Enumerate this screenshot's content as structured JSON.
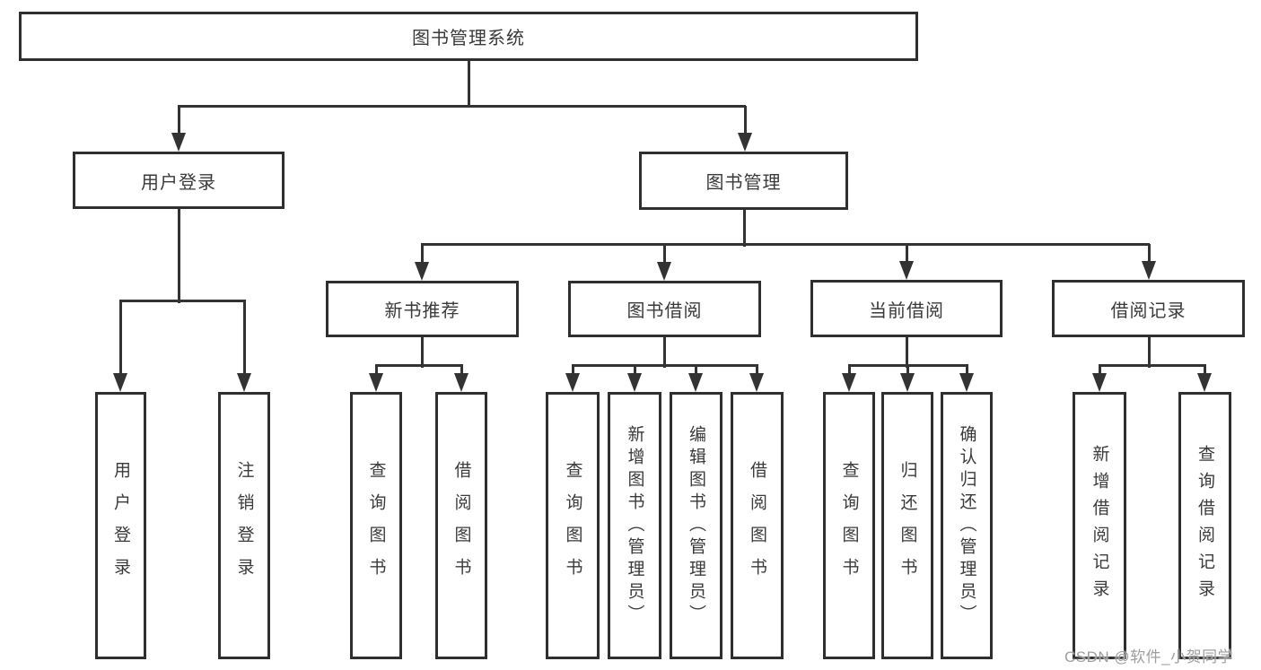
{
  "diagram": {
    "root": {
      "label": "图书管理系统",
      "children": [
        {
          "label": "用户登录",
          "children": [
            {
              "label": "用户登录"
            },
            {
              "label": "注销登录"
            }
          ]
        },
        {
          "label": "图书管理",
          "children": [
            {
              "label": "新书推荐",
              "children": [
                {
                  "label": "查询图书"
                },
                {
                  "label": "借阅图书"
                }
              ]
            },
            {
              "label": "图书借阅",
              "children": [
                {
                  "label": "查询图书"
                },
                {
                  "label": "新增图书（管理员）"
                },
                {
                  "label": "编辑图书（管理员）"
                },
                {
                  "label": "借阅图书"
                }
              ]
            },
            {
              "label": "当前借阅",
              "children": [
                {
                  "label": "查询图书"
                },
                {
                  "label": "归还图书"
                },
                {
                  "label": "确认归还（管理员）"
                }
              ]
            },
            {
              "label": "借阅记录",
              "children": [
                {
                  "label": "新增借阅记录"
                },
                {
                  "label": "查询借阅记录"
                }
              ]
            }
          ]
        }
      ]
    }
  },
  "watermark": {
    "text": "CSDN @软件_小贺同学"
  },
  "colors": {
    "line": "#333333",
    "box_border": "#2f2f2f",
    "text": "#3a3a3a",
    "watermark": "#9e9e9e",
    "background": "#ffffff"
  }
}
